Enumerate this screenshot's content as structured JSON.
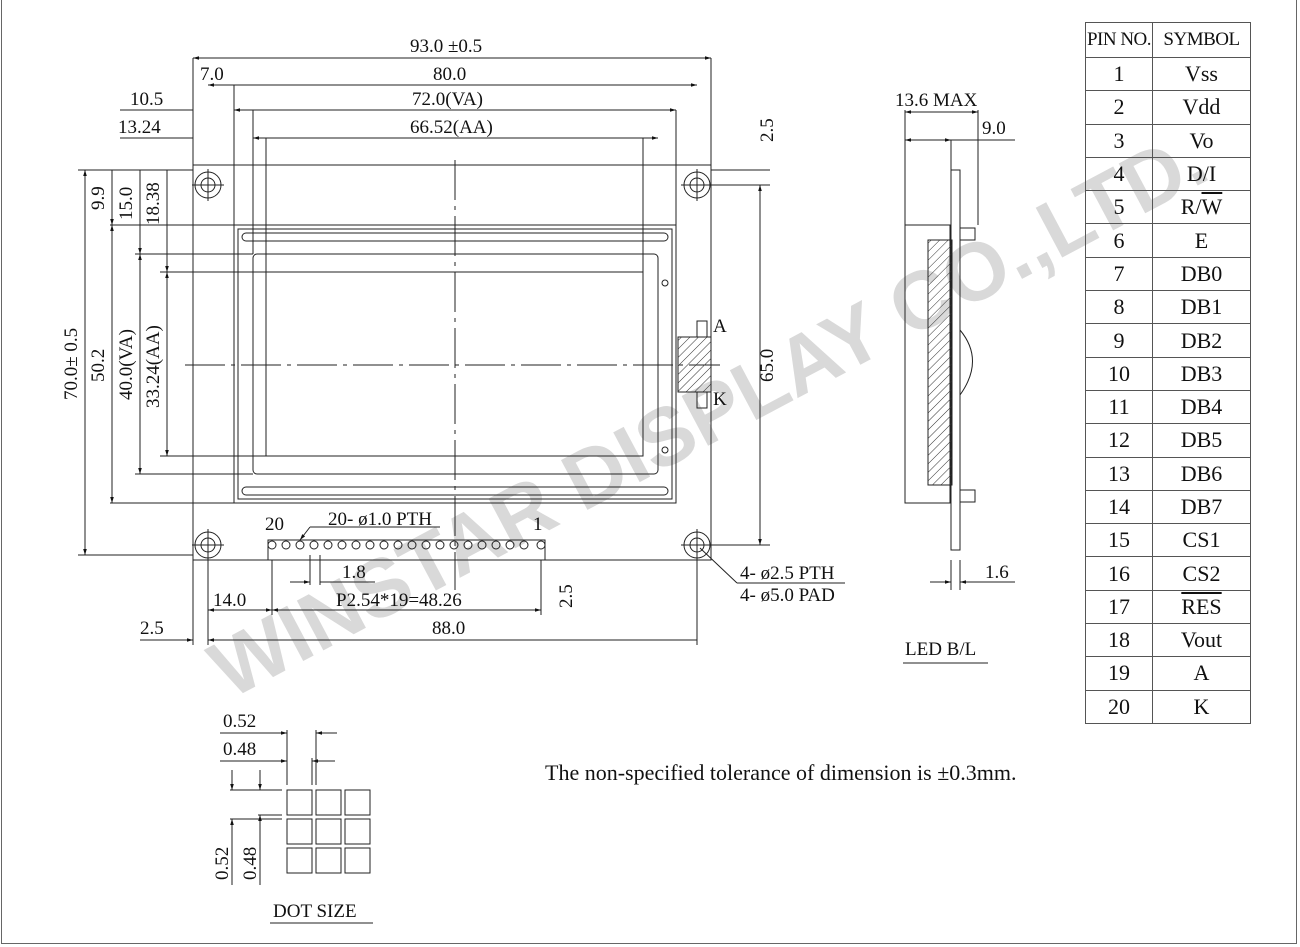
{
  "front_view": {
    "dims_horizontal": {
      "overall": "93.0 ±0.5",
      "hole_pitch": "80.0",
      "va": "72.0(VA)",
      "aa": "66.52(AA)",
      "left_7": "7.0",
      "left_10_5": "10.5",
      "left_13_24": "13.24",
      "pin_offset": "14.0",
      "hole_offset": "2.5",
      "pin_span": "88.0",
      "pin_pitch": "P2.54*19=48.26",
      "pin_pad": "1.8",
      "top_2_5": "2.5",
      "bottom_2_5": "2.5"
    },
    "dims_vertical": {
      "overall": "70.0± 0.5",
      "bezel": "50.2",
      "va": "40.0(VA)",
      "aa": "33.24(AA)",
      "top_9_9": "9.9",
      "top_15": "15.0",
      "top_18_38": "18.38",
      "hole_pitch": "65.0"
    },
    "pin_label_first": "20",
    "pin_label_last": "1",
    "pin_hole_note": "20- ø1.0 PTH",
    "mount_hole_note_1": "4- ø2.5 PTH",
    "mount_hole_note_2": "4- ø5.0 PAD",
    "led_anode": "A",
    "led_cathode": "K"
  },
  "side_view": {
    "max_thickness": "13.6 MAX",
    "module_depth": "9.0",
    "pcb_thickness": "1.6",
    "caption": "LED B/L"
  },
  "dot_size": {
    "pitch_h": "0.52",
    "dot_h": "0.48",
    "pitch_v": "0.52",
    "dot_v": "0.48",
    "caption": "DOT SIZE"
  },
  "note": "The non-specified tolerance of dimension is  ±0.3mm.",
  "watermark": "WINSTAR DISPLAY CO.,LTD.",
  "pin_table": {
    "headers": [
      "PIN NO.",
      "SYMBOL"
    ],
    "rows": [
      {
        "pin": "1",
        "symbol": "Vss"
      },
      {
        "pin": "2",
        "symbol": "Vdd"
      },
      {
        "pin": "3",
        "symbol": "Vo"
      },
      {
        "pin": "4",
        "symbol": "D/I"
      },
      {
        "pin": "5",
        "symbol": "R/W",
        "overline": "W"
      },
      {
        "pin": "6",
        "symbol": "E"
      },
      {
        "pin": "7",
        "symbol": "DB0"
      },
      {
        "pin": "8",
        "symbol": "DB1"
      },
      {
        "pin": "9",
        "symbol": "DB2"
      },
      {
        "pin": "10",
        "symbol": "DB3"
      },
      {
        "pin": "11",
        "symbol": "DB4"
      },
      {
        "pin": "12",
        "symbol": "DB5"
      },
      {
        "pin": "13",
        "symbol": "DB6"
      },
      {
        "pin": "14",
        "symbol": "DB7"
      },
      {
        "pin": "15",
        "symbol": "CS1"
      },
      {
        "pin": "16",
        "symbol": "CS2"
      },
      {
        "pin": "17",
        "symbol": "RES",
        "overline": "RES"
      },
      {
        "pin": "18",
        "symbol": "Vout"
      },
      {
        "pin": "19",
        "symbol": "A"
      },
      {
        "pin": "20",
        "symbol": "K"
      }
    ]
  }
}
